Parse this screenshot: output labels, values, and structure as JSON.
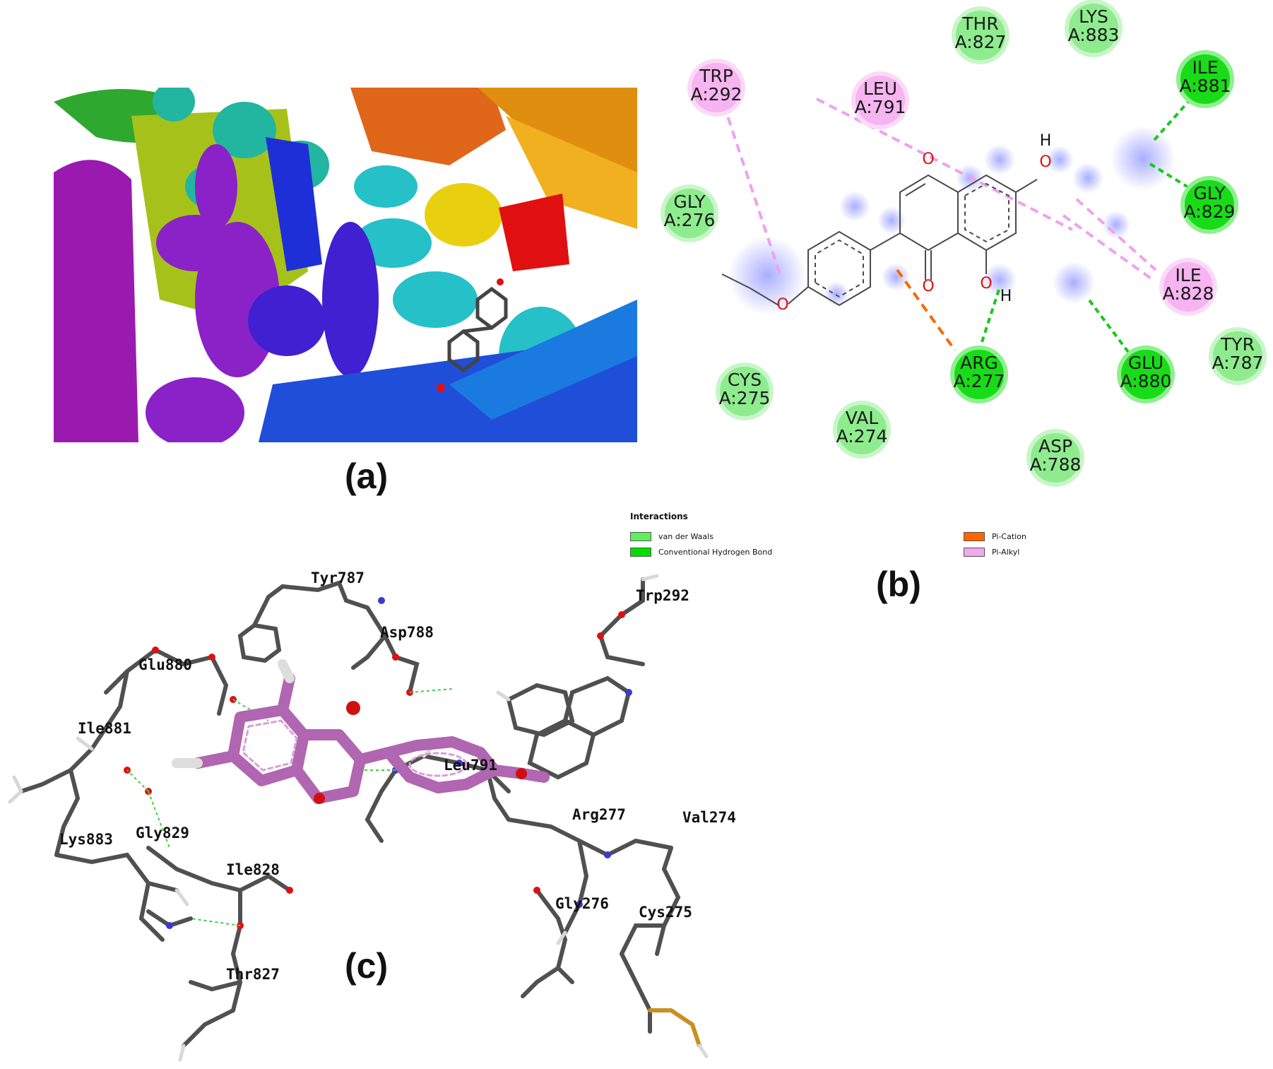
{
  "panels": {
    "a": {
      "label": "(a)"
    },
    "b": {
      "label": "(b)"
    },
    "c": {
      "label": "(c)"
    }
  },
  "residues_b": [
    {
      "name": "THR",
      "id": "A:827",
      "type": "vdw"
    },
    {
      "name": "LYS",
      "id": "A:883",
      "type": "vdw"
    },
    {
      "name": "ILE",
      "id": "A:881",
      "type": "hbond"
    },
    {
      "name": "TRP",
      "id": "A:292",
      "type": "pialkyl"
    },
    {
      "name": "LEU",
      "id": "A:791",
      "type": "pialkyl"
    },
    {
      "name": "GLY",
      "id": "A:276",
      "type": "vdw"
    },
    {
      "name": "GLY",
      "id": "A:829",
      "type": "hbond"
    },
    {
      "name": "ILE",
      "id": "A:828",
      "type": "pialkyl"
    },
    {
      "name": "TYR",
      "id": "A:787",
      "type": "vdw"
    },
    {
      "name": "CYS",
      "id": "A:275",
      "type": "vdw"
    },
    {
      "name": "ARG",
      "id": "A:277",
      "type": "hbond"
    },
    {
      "name": "GLU",
      "id": "A:880",
      "type": "hbond"
    },
    {
      "name": "VAL",
      "id": "A:274",
      "type": "vdw"
    },
    {
      "name": "ASP",
      "id": "A:788",
      "type": "vdw"
    }
  ],
  "atoms_b": {
    "oxygen": "O",
    "hydrogen": "H"
  },
  "legend": {
    "title": "Interactions",
    "items": [
      {
        "label": "van der Waals",
        "color": "#5cf05c"
      },
      {
        "label": "Conventional Hydrogen Bond",
        "color": "#00e000"
      },
      {
        "label": "Pi-Cation",
        "color": "#ff6600"
      },
      {
        "label": "Pi-Alkyl",
        "color": "#f0a8f0"
      }
    ]
  },
  "labels_c": [
    "Tyr787",
    "Trp292",
    "Asp788",
    "Glu880",
    "Ile881",
    "Leu791",
    "Lys883",
    "Gly829",
    "Arg277",
    "Val274",
    "Ile828",
    "Gly276",
    "Cys275",
    "Thr827"
  ],
  "colors": {
    "vdw": "#8eec8e",
    "vdw_border": "#c8f6c8",
    "hbond": "#18dc18",
    "hbond_border": "#8ef08e",
    "pialkyl": "#f6b4f0",
    "pialkyl_border": "#fbdaf8",
    "pication_line": "#ff6600",
    "hbond_line": "#18c818",
    "pialkyl_line": "#f0a0f0",
    "oxygen": "#e01010",
    "ligand_c": "#c878c8"
  }
}
